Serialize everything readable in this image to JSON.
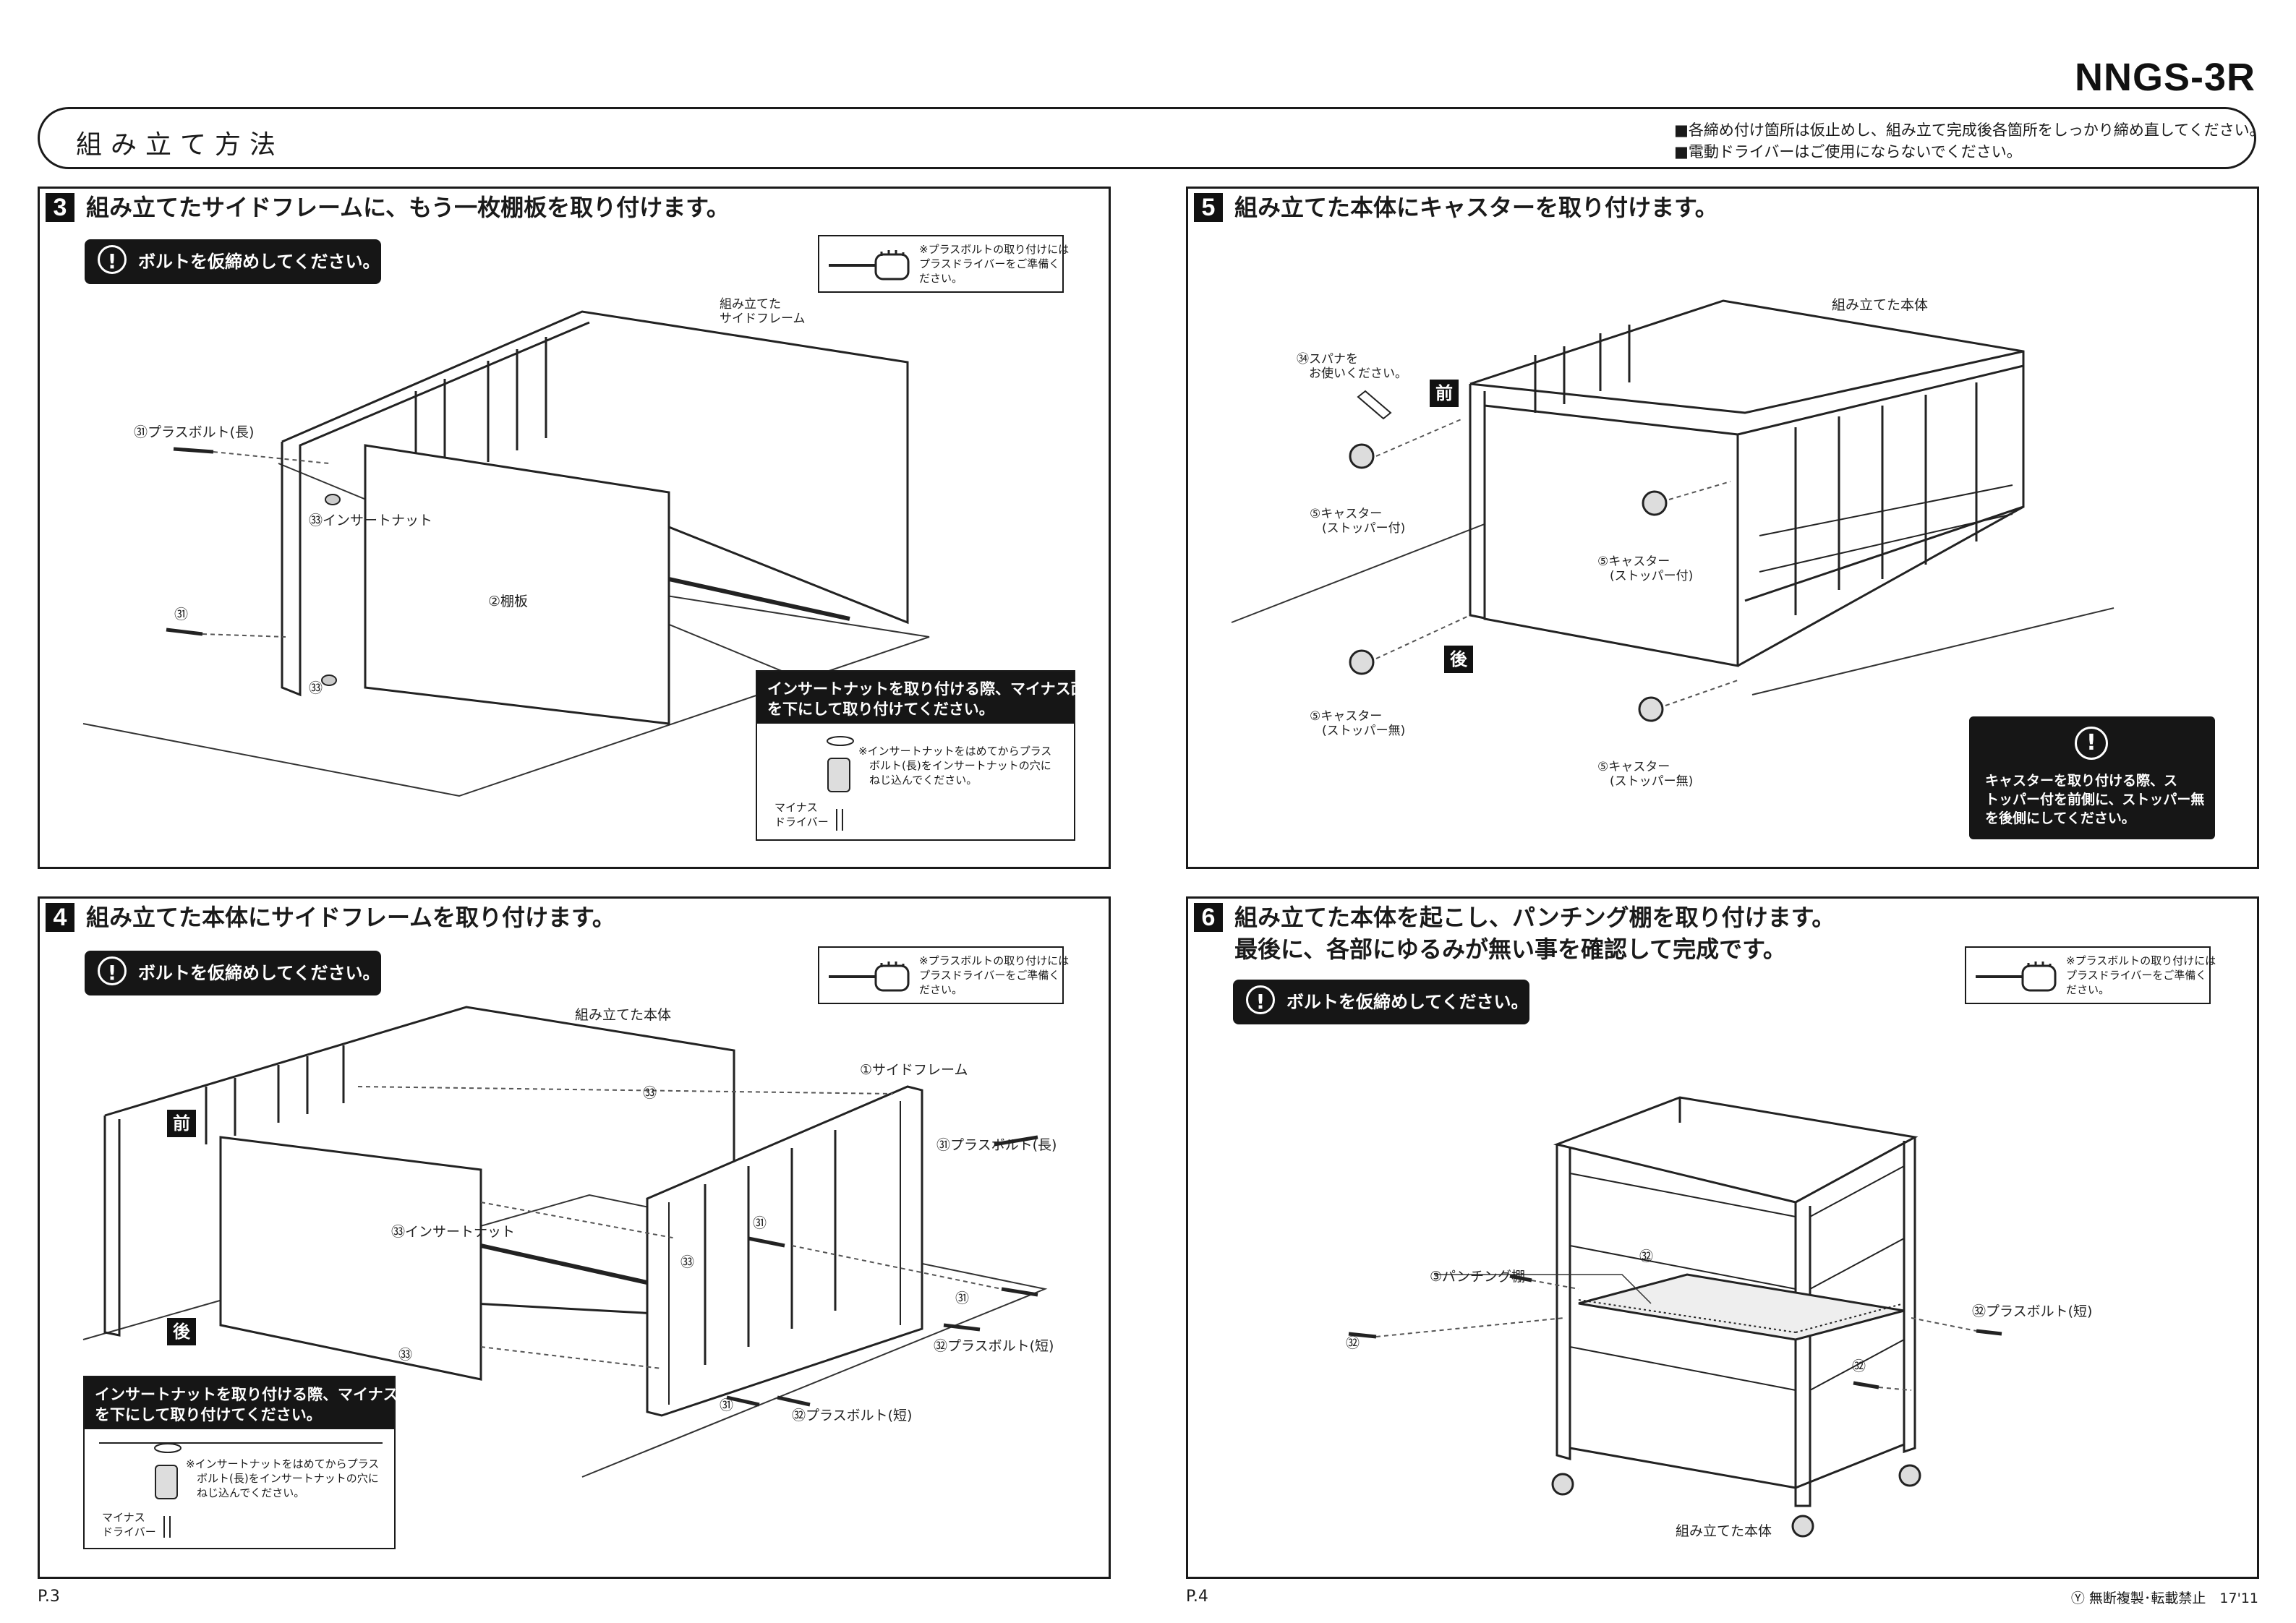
{
  "model_number": "NNGS-3R",
  "header": {
    "title": "組み立て方法",
    "notes": [
      "■各締め付け箇所は仮止めし、組み立て完成後各箇所をしっかり締め直してください。",
      "■電動ドライバーはご使用にならないでください。"
    ]
  },
  "steps": {
    "s3": {
      "number": "3",
      "title": "組み立てたサイドフレームに、もう一枚棚板を取り付けます。",
      "warning": "ボルトを仮締めしてください。",
      "tip": "※プラスボルトの取り付けには\nプラスドライバーをご準備く\nださい。",
      "labels": {
        "frame": "組み立てた\nサイドフレーム",
        "bolt_long": "㉛プラスボルト(長)",
        "insert_nut": "㉝インサートナット",
        "shelf": "②棚板",
        "bolt_num": "㉛",
        "nut_num": "㉝"
      },
      "caution_title": "インサートナットを取り付ける際、マイナス面\nを下にして取り付けてください。",
      "caution_body": "※インサートナットをはめてからプラス\n　ボルト(長)をインサートナットの穴に\n　ねじ込んでください。",
      "caution_driver": "マイナス\nドライバー"
    },
    "s4": {
      "number": "4",
      "title": "組み立てた本体にサイドフレームを取り付けます。",
      "warning": "ボルトを仮締めしてください。",
      "tip": "※プラスボルトの取り付けには\nプラスドライバーをご準備く\nださい。",
      "labels": {
        "body": "組み立てた本体",
        "side_frame": "①サイドフレーム",
        "bolt_long": "㉛プラスボルト(長)",
        "insert_nut": "㉝インサートナット",
        "bolt_short_a": "㉜プラスボルト(短)",
        "bolt_short_b": "㉜プラスボルト(短)",
        "n53a": "㉝",
        "n53b": "㉝",
        "n53c": "㉝",
        "n51a": "㉛",
        "n51b": "㉛",
        "n51c": "㉛"
      },
      "front": "前",
      "back": "後",
      "caution_title": "インサートナットを取り付ける際、マイナス面\nを下にして取り付けてください。",
      "caution_body": "※インサートナットをはめてからプラス\n　ボルト(長)をインサートナットの穴に\n　ねじ込んでください。",
      "caution_driver": "マイナス\nドライバー"
    },
    "s5": {
      "number": "5",
      "title": "組み立てた本体にキャスターを取り付けます。",
      "labels": {
        "body": "組み立てた本体",
        "spanner": "㉞スパナを\n　お使いください。",
        "caster_stop_l": "⑤キャスター\n　(ストッパー付)",
        "caster_stop_r": "⑤キャスター\n　(ストッパー付)",
        "caster_nostop_l": "⑤キャスター\n　(ストッパー無)",
        "caster_nostop_r": "⑤キャスター\n　(ストッパー無)"
      },
      "front": "前",
      "back": "後",
      "notice": "キャスターを取り付ける際、ス\nトッパー付を前側に、ストッパー無\nを後側にしてください。"
    },
    "s6": {
      "number": "6",
      "title_line1": "組み立てた本体を起こし、パンチング棚を取り付けます。",
      "title_line2": "最後に、各部にゆるみが無い事を確認して完成です。",
      "warning": "ボルトを仮締めしてください。",
      "tip": "※プラスボルトの取り付けには\nプラスドライバーをご準備く\nださい。",
      "labels": {
        "punching": "③パンチング棚",
        "bolt_short": "㉜プラスボルト(短)",
        "n52a": "㉜",
        "n52b": "㉜",
        "n52c": "㉜",
        "body": "組み立てた本体"
      }
    }
  },
  "footer": {
    "page_left": "P.3",
    "page_right": "P.4",
    "copyright": "Ⓨ 無断複製･転載禁止　17'11"
  }
}
